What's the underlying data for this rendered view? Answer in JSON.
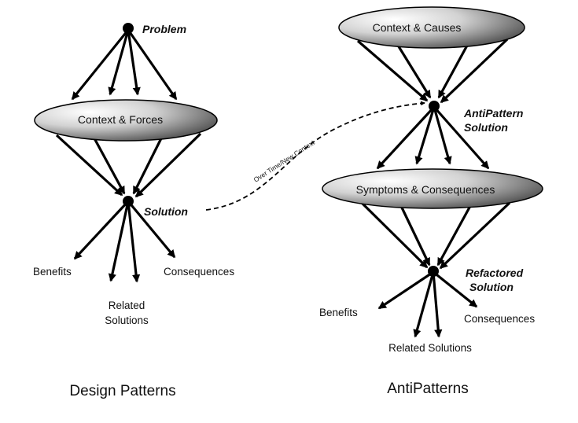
{
  "left": {
    "problem_label": "Problem",
    "ellipse_label": "Context & Forces",
    "solution_label": "Solution",
    "benefits": "Benefits",
    "related_line1": "Related",
    "related_line2": "Solutions",
    "consequences": "Consequences",
    "caption": "Design Patterns"
  },
  "right": {
    "top_ellipse_label": "Context & Causes",
    "anti_solution_line1": "AntiPattern",
    "anti_solution_line2": "Solution",
    "mid_ellipse_label": "Symptoms & Consequences",
    "refactored_line1": "Refactored",
    "refactored_line2": "Solution",
    "benefits": "Benefits",
    "related": "Related Solutions",
    "consequences": "Consequences",
    "caption": "AntiPatterns"
  },
  "connector_label": "Over Time/New Context"
}
